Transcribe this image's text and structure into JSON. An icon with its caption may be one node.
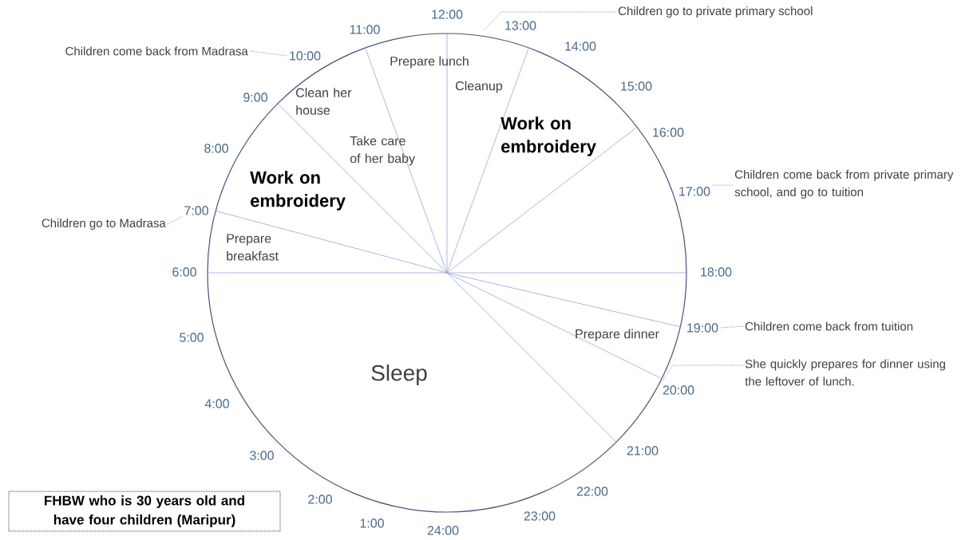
{
  "diagram": {
    "nodes": [
      {
        "text": [
          "Children go to private primary school"
        ]
      },
      {
        "text": [
          "Children come back from Madrasa"
        ]
      },
      {
        "text": [
          "Children come back from private primary school, and go to tuition"
        ]
      },
      {
        "text": [
          "Children go to Madrasa"
        ]
      },
      {
        "text": [
          "Children come back from tuition"
        ]
      },
      {
        "text": [
          "She quickly prepares for dinner using the leftover of lunch."
        ]
      },
      {
        "text": [
          "FHBW who is 30 years old and have four children (Maripur)"
        ]
      },
      {
        "text": [
          "12:00"
        ]
      },
      {
        "text": [
          "13:00"
        ]
      },
      {
        "text": [
          "14:00"
        ]
      },
      {
        "text": [
          "15:00"
        ]
      },
      {
        "text": [
          "16:00"
        ]
      },
      {
        "text": [
          "17:00"
        ]
      },
      {
        "text": [
          "18:00"
        ]
      },
      {
        "text": [
          "19:00"
        ]
      },
      {
        "text": [
          "20:00"
        ]
      },
      {
        "text": [
          "21:00"
        ]
      },
      {
        "text": [
          "22:00"
        ]
      },
      {
        "text": [
          "23:00"
        ]
      },
      {
        "text": [
          "24:00"
        ]
      },
      {
        "text": [
          "1:00"
        ]
      },
      {
        "text": [
          "2:00"
        ]
      },
      {
        "text": [
          "3:00"
        ]
      },
      {
        "text": [
          "4:00"
        ]
      },
      {
        "text": [
          "5:00"
        ]
      },
      {
        "text": [
          "6:00"
        ]
      },
      {
        "text": [
          "7:00"
        ]
      },
      {
        "text": [
          "8:00"
        ]
      },
      {
        "text": [
          "9:00"
        ]
      },
      {
        "text": [
          "10:00"
        ]
      },
      {
        "text": [
          "11:00"
        ]
      }
    ],
    "edges": [
      {
        "from": 0,
        "to": null,
        "arrow": "none",
        "style": "dashed"
      },
      {
        "from": 1,
        "to": 29,
        "arrow": "none",
        "style": "dashed"
      },
      {
        "from": 2,
        "to": 12,
        "arrow": "none",
        "style": "dashed"
      },
      {
        "from": 3,
        "to": 26,
        "arrow": "none",
        "style": "dashed"
      },
      {
        "from": 4,
        "to": 14,
        "arrow": "none",
        "style": "dashed"
      },
      {
        "from": 5,
        "to": 15,
        "arrow": "none",
        "style": "dashed"
      }
    ],
    "labels": [
      "Prepare lunch",
      "Cleanup",
      "Clean her house",
      "Take care of her baby",
      "Work on embroidery",
      "Work on embroidery",
      "Prepare breakfast",
      "Prepare dinner",
      "Sleep"
    ]
  }
}
